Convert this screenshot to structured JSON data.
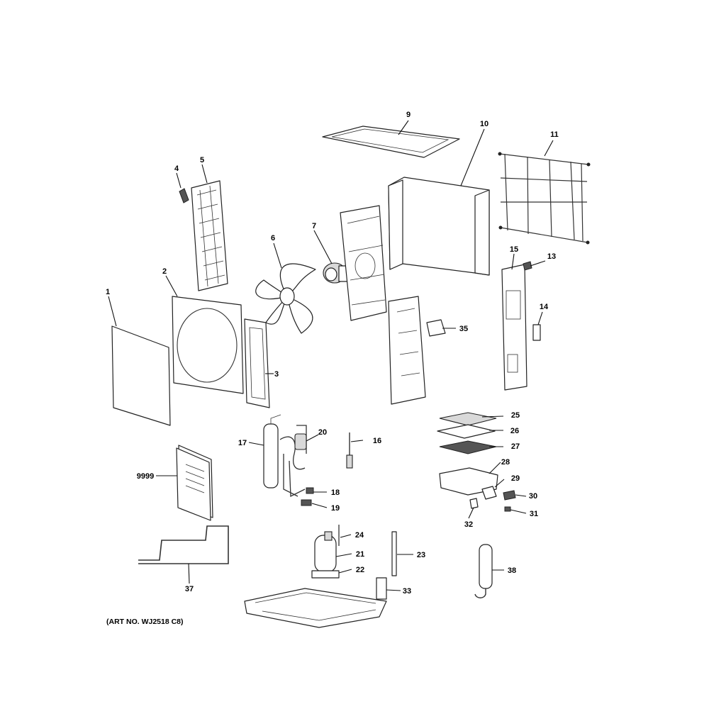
{
  "diagram": {
    "art_number": "(ART NO. WJ2518 C8)",
    "callouts": {
      "p1": "1",
      "p2": "2",
      "p3": "3",
      "p4": "4",
      "p5": "5",
      "p6": "6",
      "p7": "7",
      "p9": "9",
      "p10": "10",
      "p11": "11",
      "p13": "13",
      "p14": "14",
      "p15": "15",
      "p16": "16",
      "p17": "17",
      "p18": "18",
      "p19": "19",
      "p20": "20",
      "p21": "21",
      "p22": "22",
      "p23": "23",
      "p24": "24",
      "p25": "25",
      "p26": "26",
      "p27": "27",
      "p28": "28",
      "p29": "29",
      "p30": "30",
      "p31": "31",
      "p32": "32",
      "p33": "33",
      "p35": "35",
      "p37": "37",
      "p38": "38",
      "p9999": "9999"
    }
  }
}
